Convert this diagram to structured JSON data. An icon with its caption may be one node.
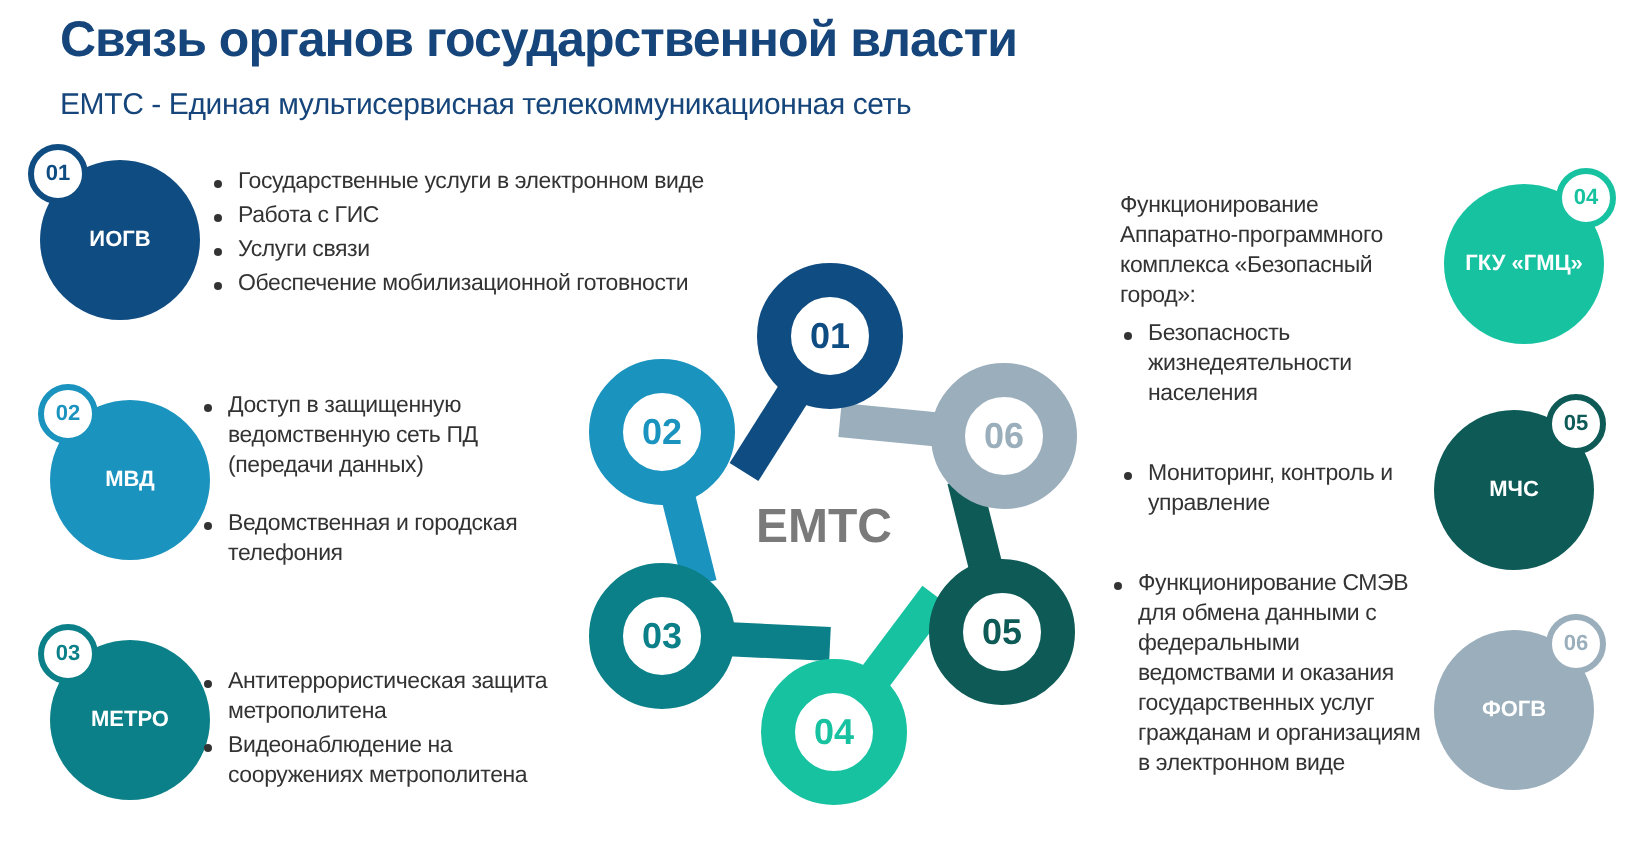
{
  "diagram": {
    "title": "Связь органов государственной власти",
    "nodes": [
      {
        "text": [
          "01",
          "ИОГВ"
        ],
        "beside": [
          "Государственные услуги в электронном виде",
          "Работа с ГИС",
          "Услуги связи",
          "Обеспечение мобилизационной готовности"
        ]
      },
      {
        "text": [
          "02",
          "МВД"
        ],
        "beside": [
          "Доступ в защищенную ведомственную сеть ПД (передачи данных)",
          "Ведомственная и городская телефония"
        ]
      },
      {
        "text": [
          "03",
          "МЕТРО"
        ],
        "beside": [
          "Антитеррористическая защита метрополитена",
          "Видеонаблюдение на сооружениях метрополитена"
        ]
      },
      {
        "text": [
          "01"
        ]
      },
      {
        "text": [
          "02"
        ]
      },
      {
        "text": [
          "03"
        ]
      },
      {
        "text": [
          "04"
        ]
      },
      {
        "text": [
          "05"
        ]
      },
      {
        "text": [
          "06"
        ]
      },
      {
        "text": [
          "04",
          "ГКУ «ГМЦ»"
        ],
        "beside": [
          "Функционирование Аппаратно-программного комплекса «Безопасный город»:",
          "Безопасность жизнедеятельности населения"
        ]
      },
      {
        "text": [
          "05",
          "МЧС"
        ],
        "beside": [
          "Мониторинг, контроль и управление"
        ]
      },
      {
        "text": [
          "06",
          "ФОГВ"
        ],
        "beside": [
          "Функционирование СМЭВ для обмена данными с федеральными ведомствами и оказания государственных услуг гражданам и организациям в электронном виде"
        ]
      }
    ],
    "edges": [],
    "labels": [
      "ЕМТС - Единая мультисервисная телекоммуникационная сеть",
      "ЕМТС"
    ]
  }
}
